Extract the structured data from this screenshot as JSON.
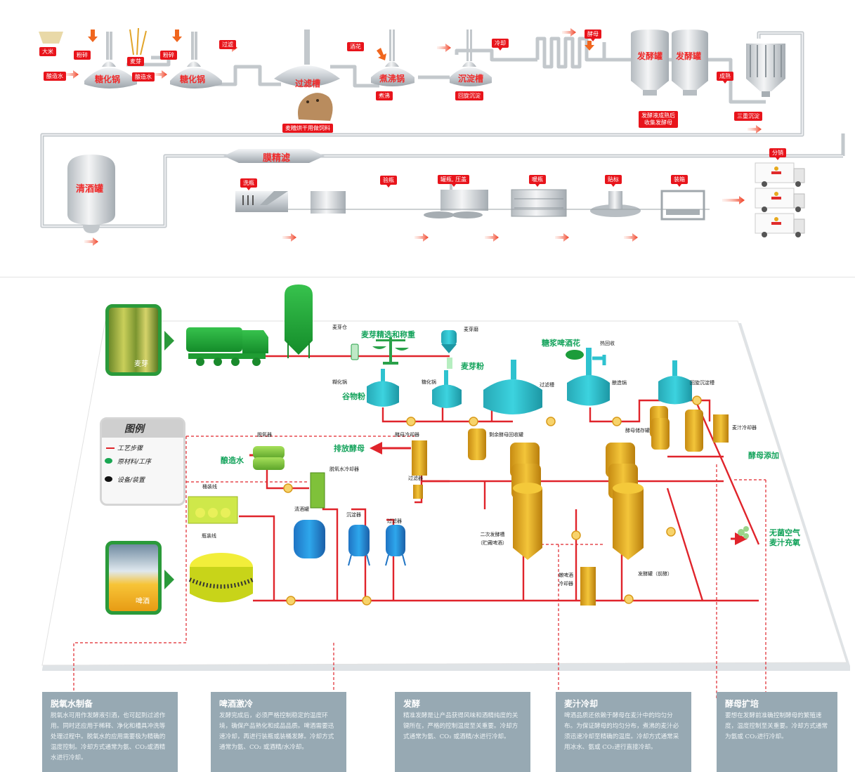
{
  "top_flow": {
    "labels": {
      "rice": "大米",
      "mill_1": "粉碎",
      "brew_water_1": "酿造水",
      "malt": "麦芽",
      "mill_2": "粉碎",
      "brew_water_2": "酿造水",
      "filtration": "过滤",
      "hops": "酒花",
      "boiling": "煮沸",
      "whirlpool": "回旋沉淀",
      "cooling": "冷却",
      "yeast": "酵母",
      "spent_grain": "麦糟烘干用做饲料",
      "collect_yeast": "发酵液成熟后\n收集发酵母",
      "maturation": "成熟",
      "triple_settle": "三重沉淀",
      "filling": "洗瓶",
      "inspection": "验瓶",
      "fill_cap": "罐瓶, 压盖",
      "pasteurize": "暖瓶",
      "labeling": "贴标",
      "packing": "装箱",
      "distribution": "分销"
    },
    "vessels": {
      "mash_1": "糖化锅",
      "mash_2": "糖化锅",
      "lauter": "过滤槽",
      "boil": "煮沸锅",
      "whirl": "沉淀槽",
      "ferm_1": "发酵罐",
      "ferm_2": "发酵罐",
      "bright": "清酒罐",
      "membrane": "膜精滤"
    }
  },
  "bottom_plant": {
    "photo_malt_label": "麦芽",
    "photo_beer_label": "啤酒",
    "green_labels": {
      "malt_select": "麦芽精选和称重",
      "grain_flour": "谷物粉",
      "malt_flour": "麦芽粉",
      "syrup_hops": "糖浆啤酒花",
      "brew_water": "酿造水",
      "yeast_discharge": "排放酵母",
      "yeast_add": "酵母添加",
      "aeration": "无菌空气\n麦汁充氧"
    },
    "equipment_labels": {
      "malt_silo": "麦芽仓",
      "malt_mill": "麦芽磨",
      "mash_1": "糊化锅",
      "mash_2": "糖化锅",
      "lauter": "过滤槽",
      "brew_kettle": "酿造锅",
      "heat_recovery": "热回收",
      "whirlpool": "回旋沉淀槽",
      "deaerator": "脱氧器",
      "deaerated_cooler": "脱氧水冷却器",
      "yeast_cooler": "酵母冷却器",
      "filter_a": "过滤器",
      "yeast_recovery": "剩余酵母回收罐",
      "yeast_storage": "酵母储存罐",
      "wort_cooler": "麦汁冷却器",
      "keg_line": "桶装线",
      "bottle_line": "瓶装线",
      "bright_tank": "清酒罐",
      "settler": "沉淀器",
      "filter_b": "过滤器",
      "secondary": "二次发酵槽\n（贮藏啤酒）",
      "young_cooler": "嫩啤酒\n冷却器",
      "primary": "发酵罐（前酵）"
    },
    "legend": {
      "title": "图例",
      "items": [
        {
          "label": "工艺步骤",
          "icon": "red-arrow"
        },
        {
          "label": "原材料/工序",
          "icon": "green-dot"
        },
        {
          "label": "设备/装置",
          "icon": "black-dot"
        }
      ]
    }
  },
  "info_boxes": [
    {
      "title": "脱氧水制备",
      "body": "脱氧水可用作发酵液引酒，也可起到过滤作用。同时还应用于稀释、净化和槽具冲洗等处理过程中。脱氧水的应用需要极为精确的温度控制。冷却方式通常为氨、CO₂或酒精水进行冷却。"
    },
    {
      "title": "啤酒激冷",
      "body": "发酵完成后，必须严格控制稳定的温度环境，确保产品熟化和成品品质。啤酒需要迅速冷却，再进行装瓶或装桶发酵。冷却方式通常为氨、CO₂ 或酒精/水冷却。"
    },
    {
      "title": "发酵",
      "body": "精准发酵是让产品获得风味和酒精纯度的关键所在，严格的控制温度至关重要。冷却方式通常为氨、CO₂ 或酒精/水进行冷却。"
    },
    {
      "title": "麦汁冷却",
      "body": "啤酒品质还依赖于酵母在麦汁中的均匀分布。为保证酵母的均匀分布，煮沸的麦汁必须迅速冷却至精确的温度。冷却方式通常采用冰水、氨或 CO₂进行直接冷却。"
    },
    {
      "title": "酵母扩培",
      "body": "要想在发酵前准确控制酵母的繁殖速度，温度控制至关重要。冷却方式通常为氨或 CO₂进行冷却。"
    }
  ],
  "colors": {
    "label_red": "#e8141b",
    "pipe_red": "#e0242b",
    "green_text": "#13a35b",
    "teal_tank": "#2ec2cf",
    "yellow_tank": "#e6b52a",
    "info_bg": "#97a9b3"
  }
}
